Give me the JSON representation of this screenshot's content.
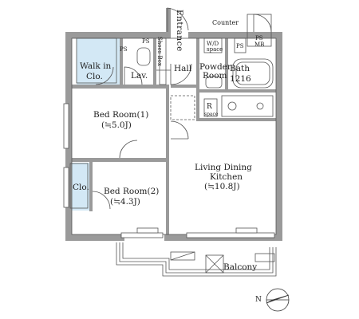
{
  "rooms": {
    "entrance": "Entrance",
    "counter": "Counter",
    "ps_mb_top": "PS",
    "ps_mb_bottom": "MB",
    "wd_top": "W/D",
    "wd_bottom": "space",
    "ps_small": "PS",
    "ps_small2": "PS",
    "ps_small3": "PS",
    "shoes_box": "Shoes Box",
    "walk_in": "Walk in",
    "clo": "Clo.",
    "lav": "Lav.",
    "hall": "Hall",
    "powder_1": "Powder",
    "powder_2": "Room",
    "bath_1": "Bath",
    "bath_2": "1216",
    "r_label": "R",
    "r_sub": "space",
    "bed1_name": "Bed Room(1)",
    "bed1_size": "(≒5.0J)",
    "bed2_name": "Bed Room(2)",
    "bed2_size": "(≒4.3J)",
    "clo2": "Clo.",
    "ldk_1": "Living Dining",
    "ldk_2": "Kitchen",
    "ldk_3": "(≒10.8J)",
    "balcony": "Balcony"
  },
  "compass": {
    "north": "N"
  }
}
